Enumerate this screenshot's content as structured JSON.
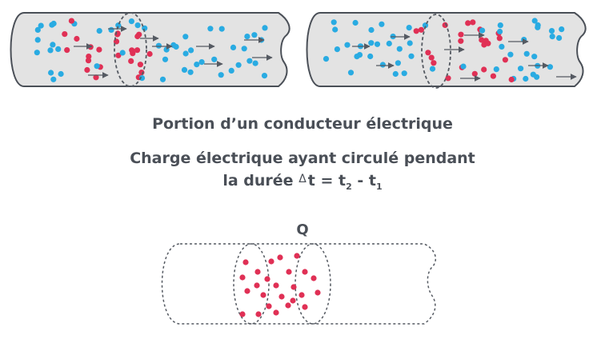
{
  "labels": {
    "portion": "Portion d’un conducteur électrique",
    "charge_line1": "Charge électrique ayant circulé pendant",
    "duration_prefix": "la durée",
    "delta_symbol": "Δ",
    "t_var": "t",
    "equals": " = ",
    "t2_base": "t",
    "t2_sub": "2",
    "minus": " - ",
    "t1_base": "t",
    "t1_sub": "1",
    "charge_symbol": "Q"
  },
  "colors": {
    "conductor_fill": "#e3e3e3",
    "conductor_stroke": "#4a4f57",
    "free_electron": "#29abe2",
    "counted_electron": "#e03055",
    "arrow": "#555a62",
    "dashed": "#555a62"
  }
}
